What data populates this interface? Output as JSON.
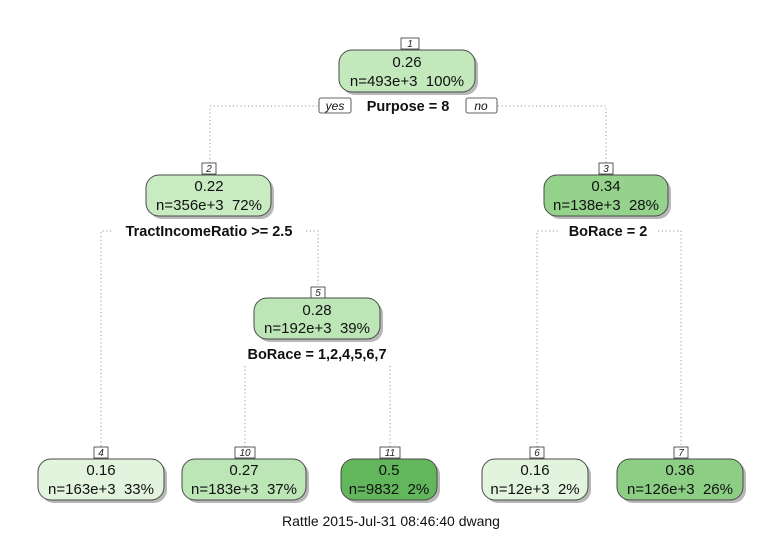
{
  "tree": {
    "nodes": {
      "n1": {
        "id": "1",
        "value": "0.26",
        "stat": "n=493e+3  100%",
        "fill": "#c2e8bc"
      },
      "n2": {
        "id": "2",
        "value": "0.22",
        "stat": "n=356e+3  72%",
        "fill": "#c8ebc2"
      },
      "n3": {
        "id": "3",
        "value": "0.34",
        "stat": "n=138e+3  28%",
        "fill": "#95d38d"
      },
      "n5": {
        "id": "5",
        "value": "0.28",
        "stat": "n=192e+3  39%",
        "fill": "#bce6b6"
      },
      "n4": {
        "id": "4",
        "value": "0.16",
        "stat": "n=163e+3  33%",
        "fill": "#e2f4de"
      },
      "n10": {
        "id": "10",
        "value": "0.27",
        "stat": "n=183e+3  37%",
        "fill": "#bce6b6"
      },
      "n11": {
        "id": "11",
        "value": "0.5",
        "stat": "n=9832  2%",
        "fill": "#62b75c"
      },
      "n6": {
        "id": "6",
        "value": "0.16",
        "stat": "n=12e+3  2%",
        "fill": "#e2f4de"
      },
      "n7": {
        "id": "7",
        "value": "0.36",
        "stat": "n=126e+3  26%",
        "fill": "#8ccf84"
      }
    },
    "splits": {
      "n1": "Purpose = 8",
      "n2": "TractIncomeRatio >= 2.5",
      "n3": "BoRace = 2",
      "n5": "BoRace = 1,2,4,5,6,7"
    },
    "branch_labels": {
      "yes": "yes",
      "no": "no"
    }
  },
  "caption": "Rattle 2015-Jul-31 08:46:40 dwang"
}
